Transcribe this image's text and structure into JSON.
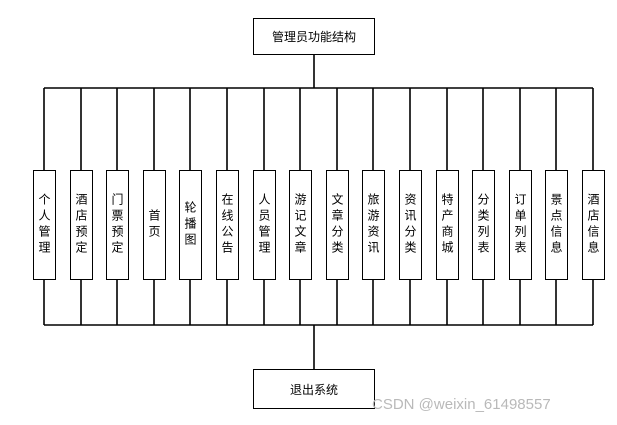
{
  "top_node": "管理员功能结构",
  "bottom_node": "退出系统",
  "modules": [
    "个人管理",
    "酒店预定",
    "门票预定",
    "首页",
    "轮播图",
    "在线公告",
    "人员管理",
    "游记文章",
    "文章分类",
    "旅游资讯",
    "资讯分类",
    "特产商城",
    "分类列表",
    "订单列表",
    "景点信息",
    "酒店信息"
  ],
  "watermark": "CSDN @weixin_61498557"
}
